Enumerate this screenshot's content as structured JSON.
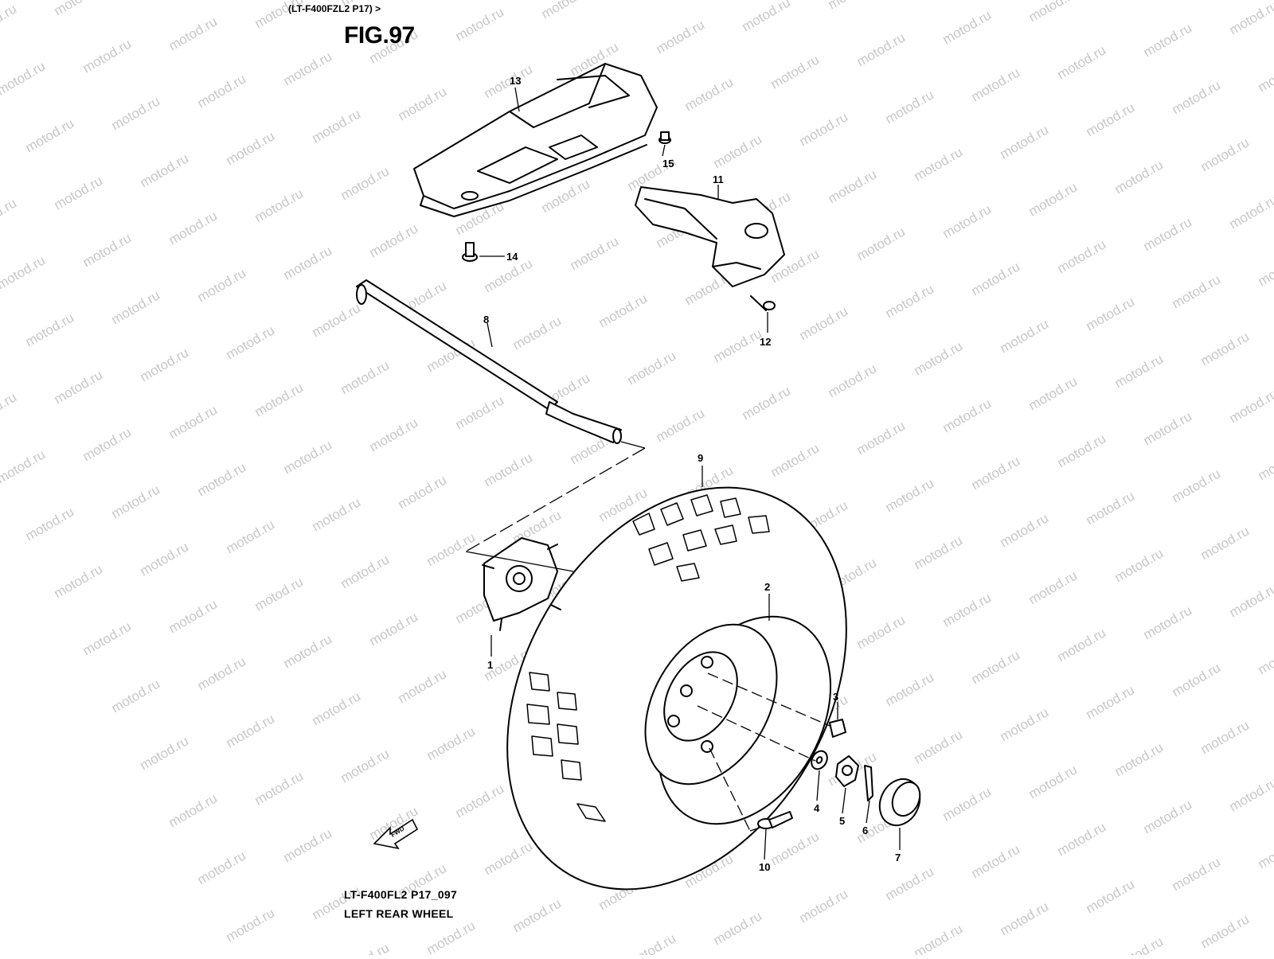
{
  "header": {
    "model_ref": "(LT-F400FZL2 P17) >",
    "figure_title": "FIG.97"
  },
  "footer": {
    "drawing_code": "LT-F400FL2 P17_097",
    "assembly_name": "LEFT REAR WHEEL"
  },
  "watermark": "motod.ru",
  "direction_arrow": "FWD",
  "callouts": [
    "1",
    "2",
    "3",
    "4",
    "5",
    "6",
    "7",
    "8",
    "9",
    "10",
    "11",
    "12",
    "13",
    "14",
    "15"
  ],
  "colors": {
    "line": "#000000",
    "watermark": "#c8c8c8",
    "background": "#ffffff"
  }
}
